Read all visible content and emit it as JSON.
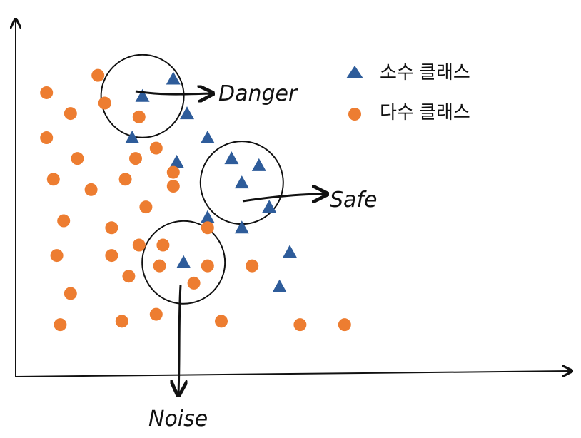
{
  "colors": {
    "minority": "#2E5C9A",
    "majority": "#ED7D31",
    "ink": "#111111"
  },
  "legend": [
    {
      "label": "소수 클래스",
      "icon": "triangle-icon",
      "class": "minority"
    },
    {
      "label": "다수 클래스",
      "icon": "circle-icon",
      "class": "majority"
    }
  ],
  "annotations": {
    "danger": "Danger",
    "safe": "Safe",
    "noise": "Noise"
  },
  "chart_data": {
    "type": "scatter",
    "series": [
      {
        "name": "소수 클래스",
        "marker": "triangle",
        "points": [
          [
            4.6,
            8.6
          ],
          [
            3.7,
            8.1
          ],
          [
            5.0,
            7.6
          ],
          [
            3.4,
            6.9
          ],
          [
            5.6,
            6.9
          ],
          [
            6.3,
            6.3
          ],
          [
            4.7,
            6.2
          ],
          [
            7.1,
            6.1
          ],
          [
            6.6,
            5.6
          ],
          [
            7.4,
            4.9
          ],
          [
            5.6,
            4.6
          ],
          [
            6.6,
            4.3
          ],
          [
            8.0,
            3.6
          ],
          [
            4.9,
            3.3
          ],
          [
            7.7,
            2.6
          ]
        ]
      },
      {
        "name": "다수 클래스",
        "marker": "circle",
        "points": [
          [
            2.4,
            8.7
          ],
          [
            0.9,
            8.2
          ],
          [
            2.6,
            7.9
          ],
          [
            1.6,
            7.6
          ],
          [
            3.6,
            7.5
          ],
          [
            0.9,
            6.9
          ],
          [
            4.1,
            6.6
          ],
          [
            1.8,
            6.3
          ],
          [
            3.5,
            6.3
          ],
          [
            4.6,
            5.9
          ],
          [
            1.1,
            5.7
          ],
          [
            3.2,
            5.7
          ],
          [
            2.2,
            5.4
          ],
          [
            4.6,
            5.5
          ],
          [
            3.8,
            4.9
          ],
          [
            1.4,
            4.5
          ],
          [
            2.8,
            4.3
          ],
          [
            5.6,
            4.3
          ],
          [
            3.6,
            3.8
          ],
          [
            4.3,
            3.8
          ],
          [
            1.2,
            3.5
          ],
          [
            2.8,
            3.5
          ],
          [
            4.2,
            3.2
          ],
          [
            5.6,
            3.2
          ],
          [
            6.9,
            3.2
          ],
          [
            3.3,
            2.9
          ],
          [
            5.2,
            2.7
          ],
          [
            1.6,
            2.4
          ],
          [
            1.3,
            1.5
          ],
          [
            3.1,
            1.6
          ],
          [
            4.1,
            1.8
          ],
          [
            6.0,
            1.6
          ],
          [
            8.3,
            1.5
          ],
          [
            9.6,
            1.5
          ]
        ]
      }
    ],
    "xlim": [
      0,
      16
    ],
    "ylim": [
      0,
      10.3
    ],
    "grid": false,
    "legend_position": "top-right",
    "highlight_regions": [
      {
        "label": "Danger",
        "center": [
          3.7,
          8.1
        ]
      },
      {
        "label": "Safe",
        "center": [
          6.6,
          5.6
        ]
      },
      {
        "label": "Noise",
        "center": [
          4.9,
          3.3
        ]
      }
    ]
  }
}
